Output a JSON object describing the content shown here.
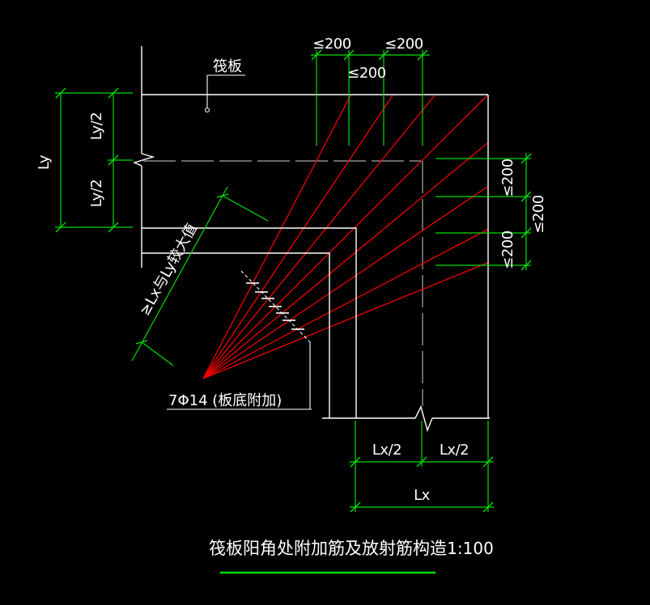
{
  "colors": {
    "background": "#000000",
    "outline": "#ffffff",
    "dimension": "#00dd00",
    "rebar": "#ee0000",
    "cut_line": "#a8a8a8"
  },
  "labels": {
    "slab": "筏板",
    "top_spacing": [
      "≤200",
      "≤200",
      "≤200"
    ],
    "right_spacing": [
      "≤200",
      "≤200",
      "≤200"
    ],
    "left": {
      "total": "Ly",
      "half_top": "Ly/2",
      "half_bottom": "Ly/2"
    },
    "bottom": {
      "half_left": "Lx/2",
      "half_right": "Lx/2",
      "total": "Lx"
    },
    "diagonal_note": "≥Lx与Ly较大值",
    "rebar_note": "7Φ14 (板底附加)",
    "title": "筏板阳角处附加筋及放射筋构造",
    "scale": "1:100"
  }
}
